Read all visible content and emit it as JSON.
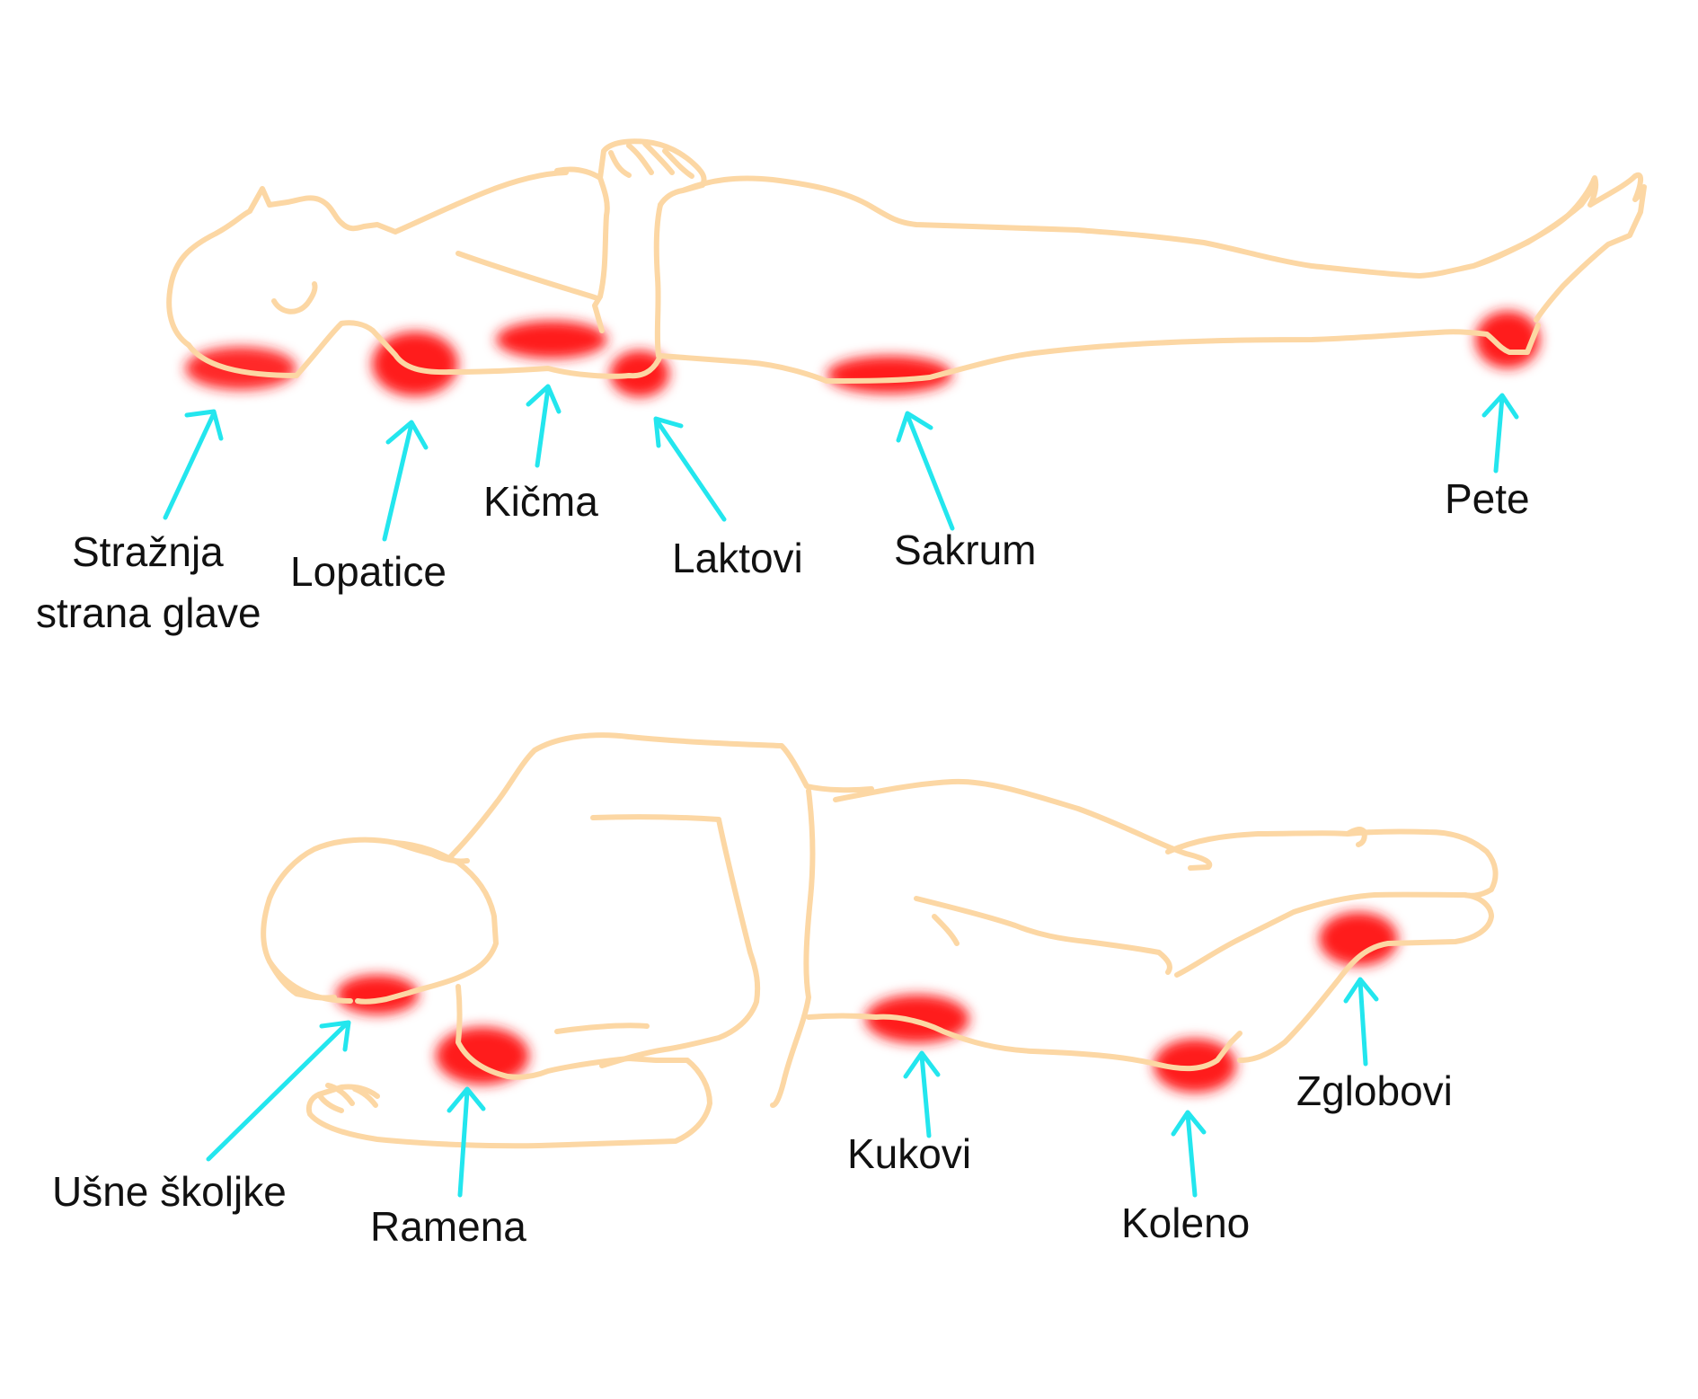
{
  "colors": {
    "body_outline": "#fcd7a4",
    "pressure_spot": "#ff1a1a",
    "arrow": "#23e6ee",
    "label_text": "#111111",
    "background": "#ffffff"
  },
  "supine": {
    "labels": {
      "head_line1": "Stražnja",
      "head_line2": "strana glave",
      "shoulder_blades": "Lopatice",
      "spine": "Kičma",
      "elbows": "Laktovi",
      "sacrum": "Sakrum",
      "heels": "Pete"
    }
  },
  "lateral": {
    "labels": {
      "ears": "Ušne školjke",
      "shoulders": "Ramena",
      "hips": "Kukovi",
      "knee": "Koleno",
      "ankles": "Zglobovi"
    }
  }
}
